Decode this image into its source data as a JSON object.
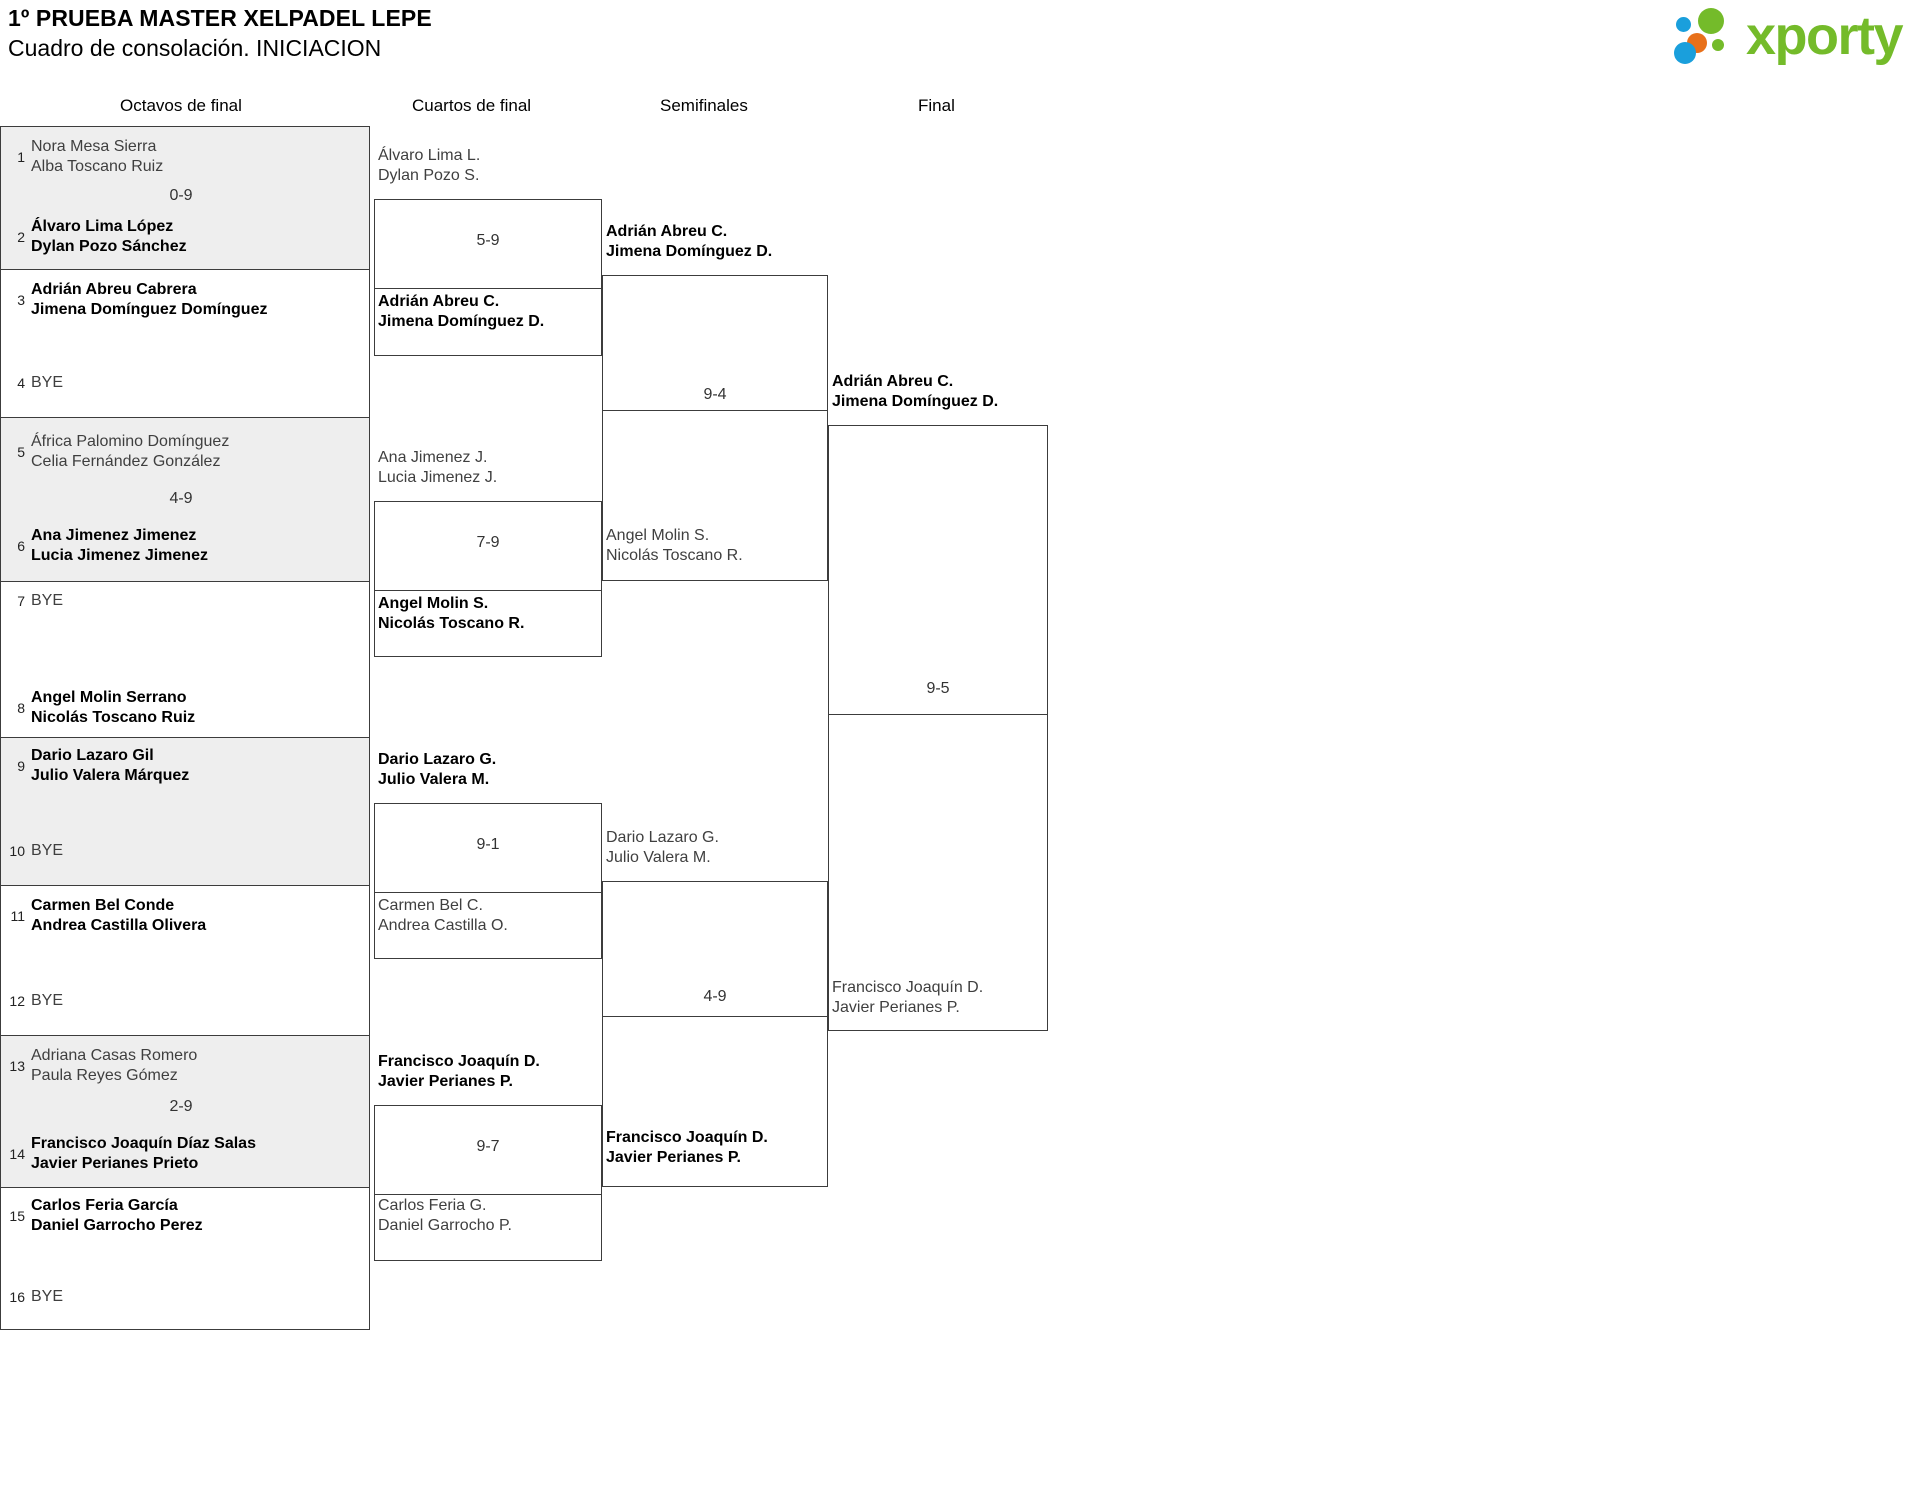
{
  "header": {
    "tournament": "1º PRUEBA MASTER XELPADEL LEPE",
    "subtitle": "Cuadro de consolación. INICIACION",
    "logo_text": "xporty"
  },
  "rounds": [
    {
      "label": "Octavos de final"
    },
    {
      "label": "Cuartos de final"
    },
    {
      "label": "Semifinales"
    },
    {
      "label": "Final"
    }
  ],
  "round1": {
    "matches": [
      {
        "score": "0-9",
        "top": {
          "seed": "1",
          "line1": "Nora Mesa Sierra",
          "line2": "Alba Toscano Ruiz",
          "winner": false
        },
        "bottom": {
          "seed": "2",
          "line1": "Álvaro Lima López",
          "line2": "Dylan Pozo Sánchez",
          "winner": true
        }
      },
      {
        "score": "",
        "top": {
          "seed": "3",
          "line1": "Adrián Abreu Cabrera",
          "line2": "Jimena Domínguez Domínguez",
          "winner": true
        },
        "bottom": {
          "seed": "4",
          "line1": "BYE",
          "line2": "",
          "winner": false
        }
      },
      {
        "score": "4-9",
        "top": {
          "seed": "5",
          "line1": "África Palomino Domínguez",
          "line2": "Celia Fernández González",
          "winner": false
        },
        "bottom": {
          "seed": "6",
          "line1": "Ana Jimenez Jimenez",
          "line2": "Lucia Jimenez Jimenez",
          "winner": true
        }
      },
      {
        "score": "",
        "top": {
          "seed": "7",
          "line1": "BYE",
          "line2": "",
          "winner": false
        },
        "bottom": {
          "seed": "8",
          "line1": "Angel Molin Serrano",
          "line2": "Nicolás Toscano Ruiz",
          "winner": true
        }
      },
      {
        "score": "",
        "top": {
          "seed": "9",
          "line1": "Dario Lazaro Gil",
          "line2": "Julio Valera Márquez",
          "winner": true
        },
        "bottom": {
          "seed": "10",
          "line1": "BYE",
          "line2": "",
          "winner": false
        }
      },
      {
        "score": "",
        "top": {
          "seed": "11",
          "line1": "Carmen Bel Conde",
          "line2": "Andrea Castilla Olivera",
          "winner": true
        },
        "bottom": {
          "seed": "12",
          "line1": "BYE",
          "line2": "",
          "winner": false
        }
      },
      {
        "score": "2-9",
        "top": {
          "seed": "13",
          "line1": "Adriana Casas Romero",
          "line2": "Paula Reyes Gómez",
          "winner": false
        },
        "bottom": {
          "seed": "14",
          "line1": "Francisco Joaquín Díaz Salas",
          "line2": "Javier Perianes Prieto",
          "winner": true
        }
      },
      {
        "score": "",
        "top": {
          "seed": "15",
          "line1": "Carlos Feria García",
          "line2": "Daniel Garrocho Perez",
          "winner": true
        },
        "bottom": {
          "seed": "16",
          "line1": "BYE",
          "line2": "",
          "winner": false
        }
      }
    ]
  },
  "round2": {
    "matches": [
      {
        "score": "5-9",
        "top": {
          "line1": "Álvaro Lima L.",
          "line2": "Dylan Pozo S.",
          "winner": false
        },
        "bottom": {
          "line1": "Adrián Abreu C.",
          "line2": "Jimena Domínguez D.",
          "winner": true
        }
      },
      {
        "score": "7-9",
        "top": {
          "line1": "Ana Jimenez J.",
          "line2": "Lucia Jimenez J.",
          "winner": false
        },
        "bottom": {
          "line1": "Angel Molin S.",
          "line2": "Nicolás Toscano R.",
          "winner": true
        }
      },
      {
        "score": "9-1",
        "top": {
          "line1": "Dario Lazaro G.",
          "line2": "Julio Valera M.",
          "winner": true
        },
        "bottom": {
          "line1": "Carmen Bel C.",
          "line2": "Andrea Castilla O.",
          "winner": false
        }
      },
      {
        "score": "9-7",
        "top": {
          "line1": "Francisco Joaquín D.",
          "line2": "Javier Perianes P.",
          "winner": true
        },
        "bottom": {
          "line1": "Carlos Feria G.",
          "line2": "Daniel Garrocho P.",
          "winner": false
        }
      }
    ]
  },
  "round3": {
    "matches": [
      {
        "score": "9-4",
        "top": {
          "line1": "Adrián Abreu C.",
          "line2": "Jimena Domínguez D.",
          "winner": true
        },
        "bottom": {
          "line1": "Angel Molin S.",
          "line2": "Nicolás Toscano R.",
          "winner": false
        }
      },
      {
        "score": "4-9",
        "top": {
          "line1": "Dario Lazaro G.",
          "line2": "Julio Valera M.",
          "winner": false
        },
        "bottom": {
          "line1": "Francisco Joaquín D.",
          "line2": "Javier Perianes P.",
          "winner": true
        }
      }
    ]
  },
  "round4": {
    "matches": [
      {
        "score": "9-5",
        "top": {
          "line1": "Adrián Abreu C.",
          "line2": "Jimena Domínguez D.",
          "winner": true
        },
        "bottom": {
          "line1": "Francisco Joaquín D.",
          "line2": "Javier Perianes P.",
          "winner": false
        }
      }
    ]
  }
}
